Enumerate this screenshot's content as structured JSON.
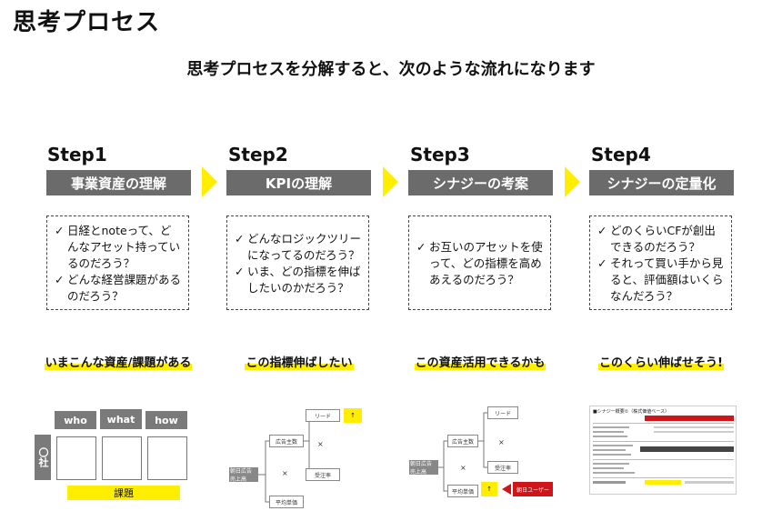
{
  "title": "思考プロセス",
  "subtitle": "思考プロセスを分解すると、次のような流れになります",
  "steps": [
    {
      "label": "Step1",
      "bar": "事業資産の理解",
      "bullets": [
        "日経とnoteって、どんなアセット持っているのだろう？",
        "どんな経営課題があるのだろう？"
      ],
      "highlight": "いまこんな資産/課題がある"
    },
    {
      "label": "Step2",
      "bar": "KPIの理解",
      "bullets": [
        "どんなロジックツリーになってるのだろう？",
        "いま、どの指標を伸ばしたいのかだろう？"
      ],
      "highlight": "この指標伸ばしたい"
    },
    {
      "label": "Step3",
      "bar": "シナジーの考案",
      "bullets": [
        "お互いのアセットを使って、どの指標を高めあえるのだろう？"
      ],
      "highlight": "この資産活用できるかも"
    },
    {
      "label": "Step4",
      "bar": "シナジーの定量化",
      "bullets": [
        "どのくらいCFが創出できるのだろう？",
        "それって買い手から見ると、評価額はいくらなんだろう？"
      ],
      "highlight": "このくらい伸ばせそう!"
    }
  ],
  "check_glyph": "✓",
  "fig1": {
    "cols": [
      "who",
      "what",
      "how"
    ],
    "side": "〇社",
    "bottom": "課題"
  },
  "fig2": {
    "root": "朝日広告 売上高",
    "n1": "広告主数",
    "n2": "平均単価",
    "c1": "リード",
    "c2": "受注率",
    "times": "×",
    "mark": "↑"
  },
  "fig3": {
    "root": "朝日広告 売上高",
    "n1": "広告主数",
    "n2": "平均単価",
    "c1": "リード",
    "c2": "受注率",
    "times": "×",
    "mark": "↑",
    "user": "朝日ユーザー"
  },
  "fig4": {
    "header": "■シナジー概要①（株式価値ベース）"
  },
  "colors": {
    "accent": "#ffee00",
    "bar": "#6b6b6b",
    "red": "#d0151a"
  }
}
